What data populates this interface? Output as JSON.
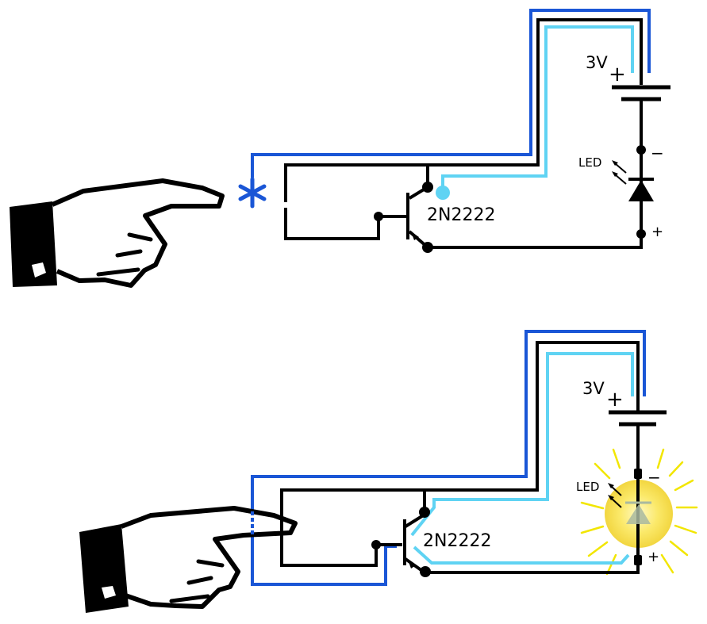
{
  "panels": [
    {
      "state": "off",
      "battery_voltage": "3V",
      "battery_plus": "+",
      "led_label": "LED",
      "led_minus": "−",
      "led_plus": "+",
      "transistor_label": "2N2222"
    },
    {
      "state": "on",
      "battery_voltage": "3V",
      "battery_plus": "+",
      "led_label": "LED",
      "led_minus": "−",
      "led_plus": "+",
      "transistor_label": "2N2222"
    }
  ],
  "colors": {
    "wire_black": "#000000",
    "current_dark_blue": "#1a56d6",
    "current_light_blue": "#5fd3f3",
    "led_glow": "#f7e04a",
    "glow_rays": "#f2e600"
  }
}
